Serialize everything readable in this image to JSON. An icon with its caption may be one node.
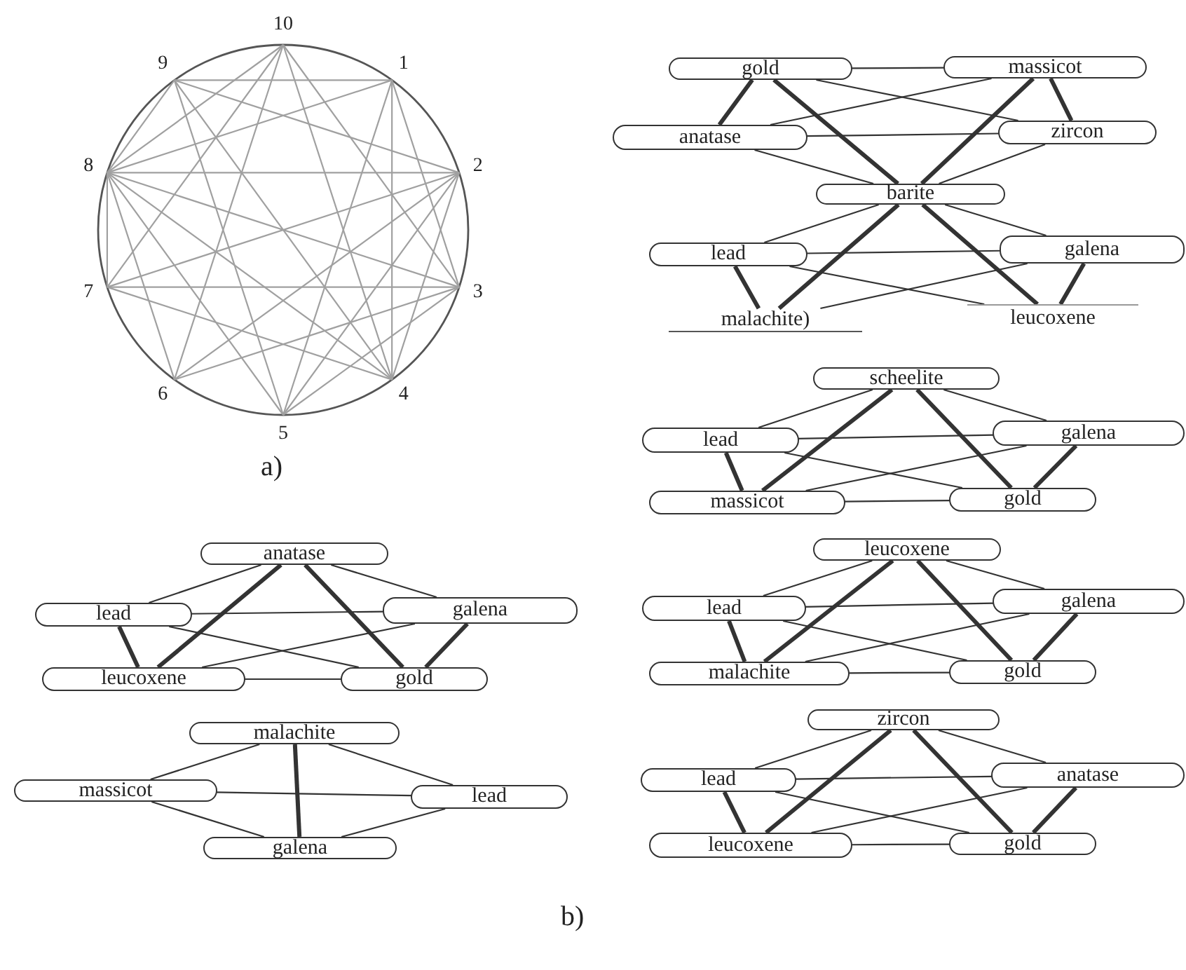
{
  "diagram": {
    "nodes": [
      {
        "text": [
          "10"
        ]
      },
      {
        "text": [
          "1"
        ]
      },
      {
        "text": [
          "2"
        ]
      },
      {
        "text": [
          "3"
        ]
      },
      {
        "text": [
          "4"
        ]
      },
      {
        "text": [
          "5"
        ]
      },
      {
        "text": [
          "6"
        ]
      },
      {
        "text": [
          "7"
        ]
      },
      {
        "text": [
          "8"
        ]
      },
      {
        "text": [
          "9"
        ]
      },
      {
        "text": [
          "gold"
        ]
      },
      {
        "text": [
          "massicot"
        ]
      },
      {
        "text": [
          "anatase"
        ]
      },
      {
        "text": [
          "zircon"
        ]
      },
      {
        "text": [
          "barite"
        ]
      },
      {
        "text": [
          "lead"
        ]
      },
      {
        "text": [
          "galena"
        ]
      },
      {
        "text": [
          "malachite)"
        ]
      },
      {
        "text": [
          "leucoxene"
        ]
      },
      {
        "text": [
          "scheelite"
        ]
      },
      {
        "text": [
          "lead"
        ]
      },
      {
        "text": [
          "galena"
        ]
      },
      {
        "text": [
          "massicot"
        ]
      },
      {
        "text": [
          "gold"
        ]
      },
      {
        "text": [
          "leucoxene"
        ]
      },
      {
        "text": [
          "lead"
        ]
      },
      {
        "text": [
          "galena"
        ]
      },
      {
        "text": [
          "malachite"
        ]
      },
      {
        "text": [
          "gold"
        ]
      },
      {
        "text": [
          "zircon"
        ]
      },
      {
        "text": [
          "lead"
        ]
      },
      {
        "text": [
          "anatase"
        ]
      },
      {
        "text": [
          "leucoxene"
        ]
      },
      {
        "text": [
          "gold"
        ]
      },
      {
        "text": [
          "anatase"
        ]
      },
      {
        "text": [
          "lead"
        ]
      },
      {
        "text": [
          "galena"
        ]
      },
      {
        "text": [
          "leucoxene"
        ]
      },
      {
        "text": [
          "gold"
        ]
      },
      {
        "text": [
          "malachite"
        ]
      },
      {
        "text": [
          "massicot"
        ]
      },
      {
        "text": [
          "lead"
        ]
      },
      {
        "text": [
          "galena"
        ]
      }
    ],
    "edges": [
      {
        "from": 0,
        "to": 8,
        "arrow": "none",
        "color": "#a0a0a0"
      },
      {
        "from": 0,
        "to": 7,
        "arrow": "none",
        "color": "#a0a0a0"
      },
      {
        "from": 0,
        "to": 3,
        "arrow": "none",
        "color": "#a0a0a0"
      },
      {
        "from": 0,
        "to": 4,
        "arrow": "none",
        "color": "#a0a0a0"
      },
      {
        "from": 0,
        "to": 6,
        "arrow": "none",
        "color": "#a0a0a0"
      },
      {
        "from": 9,
        "to": 1,
        "arrow": "none",
        "color": "#a0a0a0"
      },
      {
        "from": 9,
        "to": 2,
        "arrow": "none",
        "color": "#a0a0a0"
      },
      {
        "from": 9,
        "to": 4,
        "arrow": "none",
        "color": "#a0a0a0"
      },
      {
        "from": 9,
        "to": 5,
        "arrow": "none",
        "color": "#a0a0a0"
      },
      {
        "from": 9,
        "to": 8,
        "arrow": "none",
        "color": "#a0a0a0"
      },
      {
        "from": 1,
        "to": 8,
        "arrow": "none",
        "color": "#a0a0a0"
      },
      {
        "from": 1,
        "to": 4,
        "arrow": "none",
        "color": "#a0a0a0"
      },
      {
        "from": 1,
        "to": 5,
        "arrow": "none",
        "color": "#a0a0a0"
      },
      {
        "from": 1,
        "to": 3,
        "arrow": "none",
        "color": "#a0a0a0"
      },
      {
        "from": 2,
        "to": 8,
        "arrow": "none",
        "color": "#a0a0a0"
      },
      {
        "from": 2,
        "to": 7,
        "arrow": "none",
        "color": "#a0a0a0"
      },
      {
        "from": 2,
        "to": 6,
        "arrow": "none",
        "color": "#a0a0a0"
      },
      {
        "from": 2,
        "to": 5,
        "arrow": "none",
        "color": "#a0a0a0"
      },
      {
        "from": 2,
        "to": 4,
        "arrow": "none",
        "color": "#a0a0a0"
      },
      {
        "from": 3,
        "to": 7,
        "arrow": "none",
        "color": "#a0a0a0"
      },
      {
        "from": 3,
        "to": 8,
        "arrow": "none",
        "color": "#a0a0a0"
      },
      {
        "from": 3,
        "to": 6,
        "arrow": "none",
        "color": "#a0a0a0"
      },
      {
        "from": 3,
        "to": 5,
        "arrow": "none",
        "color": "#a0a0a0"
      },
      {
        "from": 4,
        "to": 8,
        "arrow": "none",
        "color": "#a0a0a0"
      },
      {
        "from": 4,
        "to": 7,
        "arrow": "none",
        "color": "#a0a0a0"
      },
      {
        "from": 5,
        "to": 8,
        "arrow": "none",
        "color": "#a0a0a0"
      },
      {
        "from": 6,
        "to": 8,
        "arrow": "none",
        "color": "#a0a0a0"
      },
      {
        "from": 7,
        "to": 8,
        "arrow": "none",
        "color": "#a0a0a0"
      },
      {
        "from": 10,
        "to": 11,
        "arrow": "none"
      },
      {
        "from": 10,
        "to": 12,
        "arrow": "none",
        "style": "thick"
      },
      {
        "from": 10,
        "to": 14,
        "arrow": "none",
        "style": "thick"
      },
      {
        "from": 10,
        "to": 13,
        "arrow": "none"
      },
      {
        "from": 11,
        "to": 12,
        "arrow": "none"
      },
      {
        "from": 11,
        "to": 14,
        "arrow": "none",
        "style": "thick"
      },
      {
        "from": 11,
        "to": 13,
        "arrow": "none",
        "style": "thick"
      },
      {
        "from": 12,
        "to": 13,
        "arrow": "none"
      },
      {
        "from": 12,
        "to": 14,
        "arrow": "none"
      },
      {
        "from": 13,
        "to": 14,
        "arrow": "none"
      },
      {
        "from": 14,
        "to": 15,
        "arrow": "none"
      },
      {
        "from": 14,
        "to": 16,
        "arrow": "none"
      },
      {
        "from": 14,
        "to": 17,
        "arrow": "none",
        "style": "thick"
      },
      {
        "from": 14,
        "to": 18,
        "arrow": "none",
        "style": "thick"
      },
      {
        "from": 15,
        "to": 16,
        "arrow": "none"
      },
      {
        "from": 15,
        "to": 17,
        "arrow": "none",
        "style": "thick"
      },
      {
        "from": 15,
        "to": 18,
        "arrow": "none"
      },
      {
        "from": 16,
        "to": 17,
        "arrow": "none"
      },
      {
        "from": 16,
        "to": 18,
        "arrow": "none",
        "style": "thick"
      },
      {
        "from": 19,
        "to": 20,
        "arrow": "none"
      },
      {
        "from": 19,
        "to": 21,
        "arrow": "none"
      },
      {
        "from": 19,
        "to": 22,
        "arrow": "none",
        "style": "thick"
      },
      {
        "from": 19,
        "to": 23,
        "arrow": "none",
        "style": "thick"
      },
      {
        "from": 20,
        "to": 21,
        "arrow": "none"
      },
      {
        "from": 20,
        "to": 22,
        "arrow": "none",
        "style": "thick"
      },
      {
        "from": 20,
        "to": 23,
        "arrow": "none"
      },
      {
        "from": 21,
        "to": 22,
        "arrow": "none"
      },
      {
        "from": 21,
        "to": 23,
        "arrow": "none",
        "style": "thick"
      },
      {
        "from": 22,
        "to": 23,
        "arrow": "none"
      },
      {
        "from": 24,
        "to": 25,
        "arrow": "none"
      },
      {
        "from": 24,
        "to": 26,
        "arrow": "none"
      },
      {
        "from": 24,
        "to": 27,
        "arrow": "none",
        "style": "thick"
      },
      {
        "from": 24,
        "to": 28,
        "arrow": "none",
        "style": "thick"
      },
      {
        "from": 25,
        "to": 26,
        "arrow": "none"
      },
      {
        "from": 25,
        "to": 27,
        "arrow": "none",
        "style": "thick"
      },
      {
        "from": 25,
        "to": 28,
        "arrow": "none"
      },
      {
        "from": 26,
        "to": 27,
        "arrow": "none"
      },
      {
        "from": 26,
        "to": 28,
        "arrow": "none",
        "style": "thick"
      },
      {
        "from": 27,
        "to": 28,
        "arrow": "none"
      },
      {
        "from": 29,
        "to": 30,
        "arrow": "none"
      },
      {
        "from": 29,
        "to": 31,
        "arrow": "none"
      },
      {
        "from": 29,
        "to": 32,
        "arrow": "none",
        "style": "thick"
      },
      {
        "from": 29,
        "to": 33,
        "arrow": "none",
        "style": "thick"
      },
      {
        "from": 30,
        "to": 31,
        "arrow": "none"
      },
      {
        "from": 30,
        "to": 32,
        "arrow": "none",
        "style": "thick"
      },
      {
        "from": 30,
        "to": 33,
        "arrow": "none"
      },
      {
        "from": 31,
        "to": 32,
        "arrow": "none"
      },
      {
        "from": 31,
        "to": 33,
        "arrow": "none",
        "style": "thick"
      },
      {
        "from": 32,
        "to": 33,
        "arrow": "none"
      },
      {
        "from": 34,
        "to": 35,
        "arrow": "none"
      },
      {
        "from": 34,
        "to": 36,
        "arrow": "none"
      },
      {
        "from": 34,
        "to": 37,
        "arrow": "none",
        "style": "thick"
      },
      {
        "from": 34,
        "to": 38,
        "arrow": "none",
        "style": "thick"
      },
      {
        "from": 35,
        "to": 36,
        "arrow": "none"
      },
      {
        "from": 35,
        "to": 37,
        "arrow": "none",
        "style": "thick"
      },
      {
        "from": 35,
        "to": 38,
        "arrow": "none"
      },
      {
        "from": 36,
        "to": 37,
        "arrow": "none"
      },
      {
        "from": 36,
        "to": 38,
        "arrow": "none",
        "style": "thick"
      },
      {
        "from": 37,
        "to": 38,
        "arrow": "none"
      },
      {
        "from": 39,
        "to": 40,
        "arrow": "none"
      },
      {
        "from": 39,
        "to": 41,
        "arrow": "none"
      },
      {
        "from": 39,
        "to": 42,
        "arrow": "none",
        "style": "thick"
      },
      {
        "from": 40,
        "to": 41,
        "arrow": "none"
      },
      {
        "from": 40,
        "to": 42,
        "arrow": "none"
      },
      {
        "from": 41,
        "to": 42,
        "arrow": "none"
      }
    ],
    "labels": [
      "a)",
      "b)"
    ]
  }
}
